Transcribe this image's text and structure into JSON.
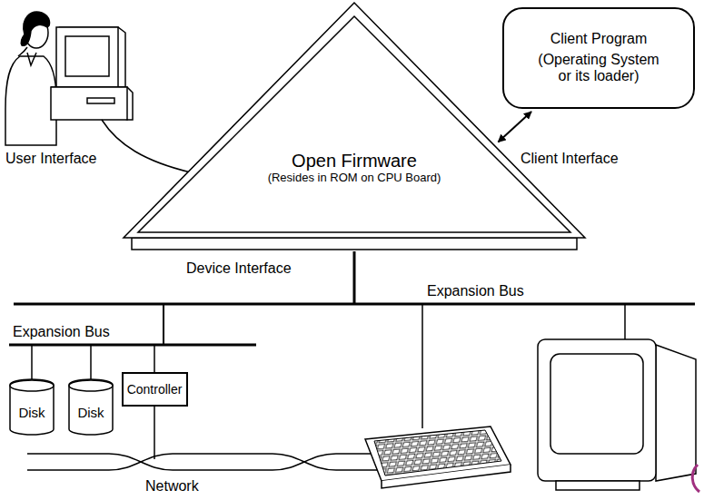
{
  "diagram": {
    "nodes": [
      {
        "text": [
          "Open Firmware",
          "(Resides in ROM on CPU Board)"
        ]
      },
      {
        "text": [
          "Client Program",
          "(Operating System or its loader)"
        ]
      },
      {
        "text": [
          "Disk"
        ]
      },
      {
        "text": [
          "Disk"
        ]
      },
      {
        "text": [
          "Controller"
        ]
      }
    ],
    "edges": [
      {
        "from": 0,
        "to": 1,
        "arrow": "both"
      }
    ],
    "labels": [
      "User Interface",
      "Client Interface",
      "Device Interface",
      "Expansion Bus",
      "Expansion Bus",
      "Network"
    ]
  }
}
